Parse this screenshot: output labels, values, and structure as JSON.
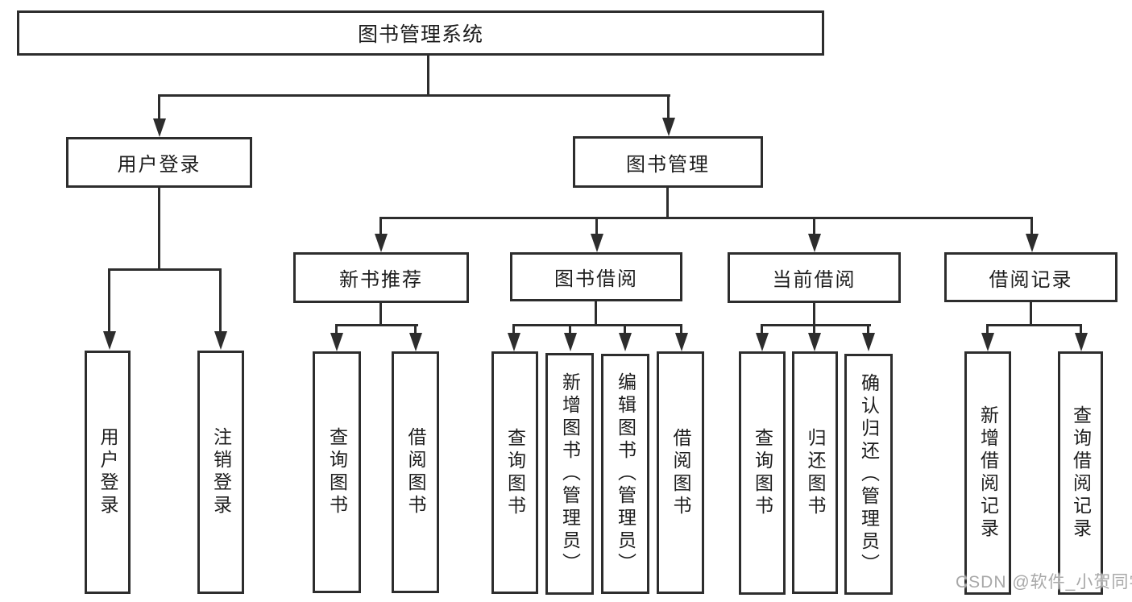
{
  "diagram": {
    "title": "图书管理系统",
    "nodes": {
      "root": "图书管理系统",
      "user_login": "用户登录",
      "book_mgmt": "图书管理",
      "new_book_rec": "新书推荐",
      "book_borrow": "图书借阅",
      "current_borrow": "当前借阅",
      "borrow_records": "借阅记录",
      "ul_login": "用户登录",
      "ul_logout": "注销登录",
      "nb_query": "查询图书",
      "nb_borrow": "借阅图书",
      "bb_query": "查询图书",
      "bb_add": "新增图书（管理员）",
      "bb_edit": "编辑图书（管理员）",
      "bb_borrow": "借阅图书",
      "cb_query": "查询图书",
      "cb_return": "归还图书",
      "cb_confirm": "确认归还（管理员）",
      "br_add": "新增借阅记录",
      "br_query": "查询借阅记录"
    },
    "structure": {
      "图书管理系统": {
        "用户登录": [
          "用户登录",
          "注销登录"
        ],
        "图书管理": {
          "新书推荐": [
            "查询图书",
            "借阅图书"
          ],
          "图书借阅": [
            "查询图书",
            "新增图书（管理员）",
            "编辑图书（管理员）",
            "借阅图书"
          ],
          "当前借阅": [
            "查询图书",
            "归还图书",
            "确认归还（管理员）"
          ],
          "借阅记录": [
            "新增借阅记录",
            "查询借阅记录"
          ]
        }
      }
    },
    "watermark": "CSDN @软件_小贺同学"
  },
  "colors": {
    "line": "#2d2d2d",
    "text": "#1d1d1d",
    "watermark": "#a8a8a8",
    "background": "#ffffff"
  }
}
